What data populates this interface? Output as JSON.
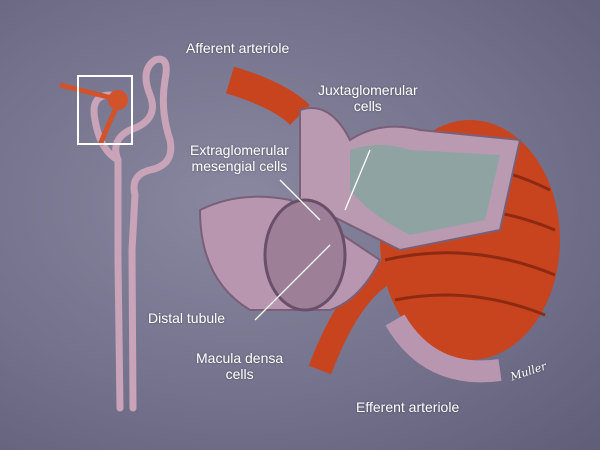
{
  "labels": {
    "afferent": "Afferent arteriole",
    "juxta1": "Juxtaglomerular",
    "juxta2": "cells",
    "extra1": "Extraglomerular",
    "extra2": "mesengial cells",
    "distal": "Distal tubule",
    "macula1": "Macula densa",
    "macula2": "cells",
    "efferent": "Efferent arteriole"
  },
  "signature": "Muller",
  "colors": {
    "background": "#74728c",
    "arteriole": "#d2522a",
    "tubule": "#c9a3b8",
    "lumen": "#8fa3a3"
  }
}
